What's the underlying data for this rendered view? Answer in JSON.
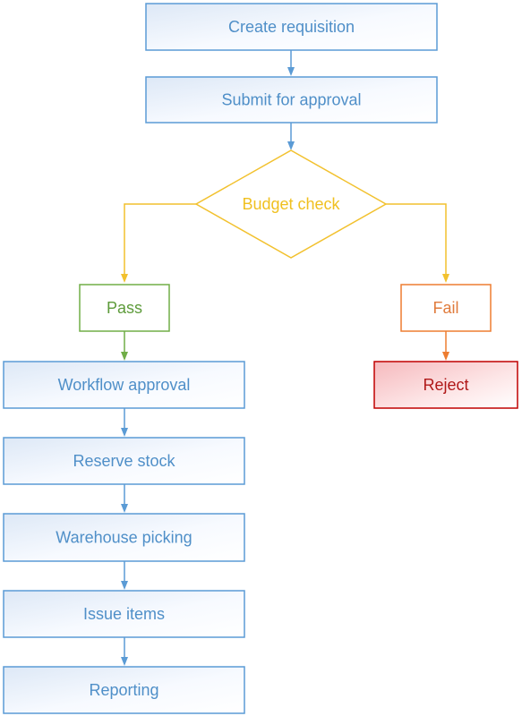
{
  "colors": {
    "blue": "#5b9bd5",
    "gold": "#f2c12e",
    "green": "#70ad47",
    "orange": "#ed7d31",
    "red": "#c00000",
    "blue_text": "#4f8fc8",
    "gold_text": "#f0c020",
    "green_text": "#5d9b3a",
    "orange_text": "#e07b3c",
    "red_text": "#b01818"
  },
  "nodes": {
    "create_requisition": "Create requisition",
    "submit_for_approval": "Submit for approval",
    "budget_check": "Budget check",
    "pass": "Pass",
    "fail": "Fail",
    "workflow_approval": "Workflow approval",
    "reject": "Reject",
    "reserve_stock": "Reserve stock",
    "warehouse_picking": "Warehouse picking",
    "issue_items": "Issue items",
    "reporting": "Reporting"
  }
}
